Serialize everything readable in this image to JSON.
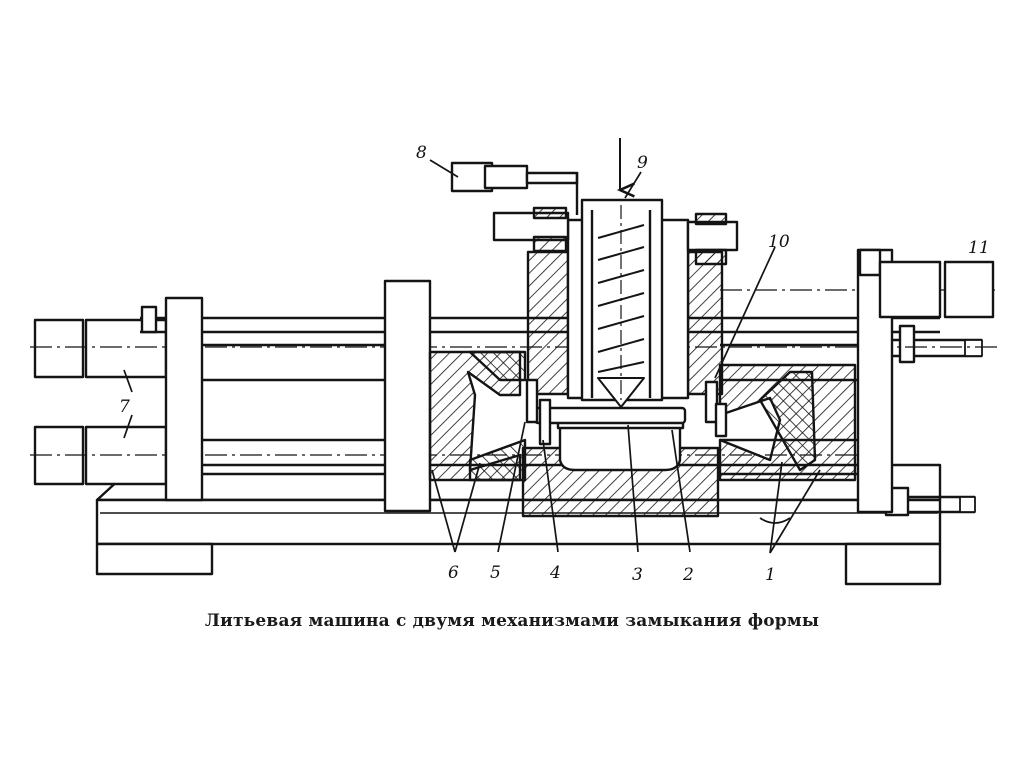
{
  "caption": "Литьевая машина с двумя механизмами замыкания формы",
  "labels": {
    "l1": "1",
    "l2": "2",
    "l3": "3",
    "l4": "4",
    "l5": "5",
    "l6": "6",
    "l7": "7",
    "l8": "8",
    "l9": "9",
    "l10": "10",
    "l11": "11"
  },
  "colors": {
    "ink": "#141414",
    "paper": "#ffffff"
  }
}
